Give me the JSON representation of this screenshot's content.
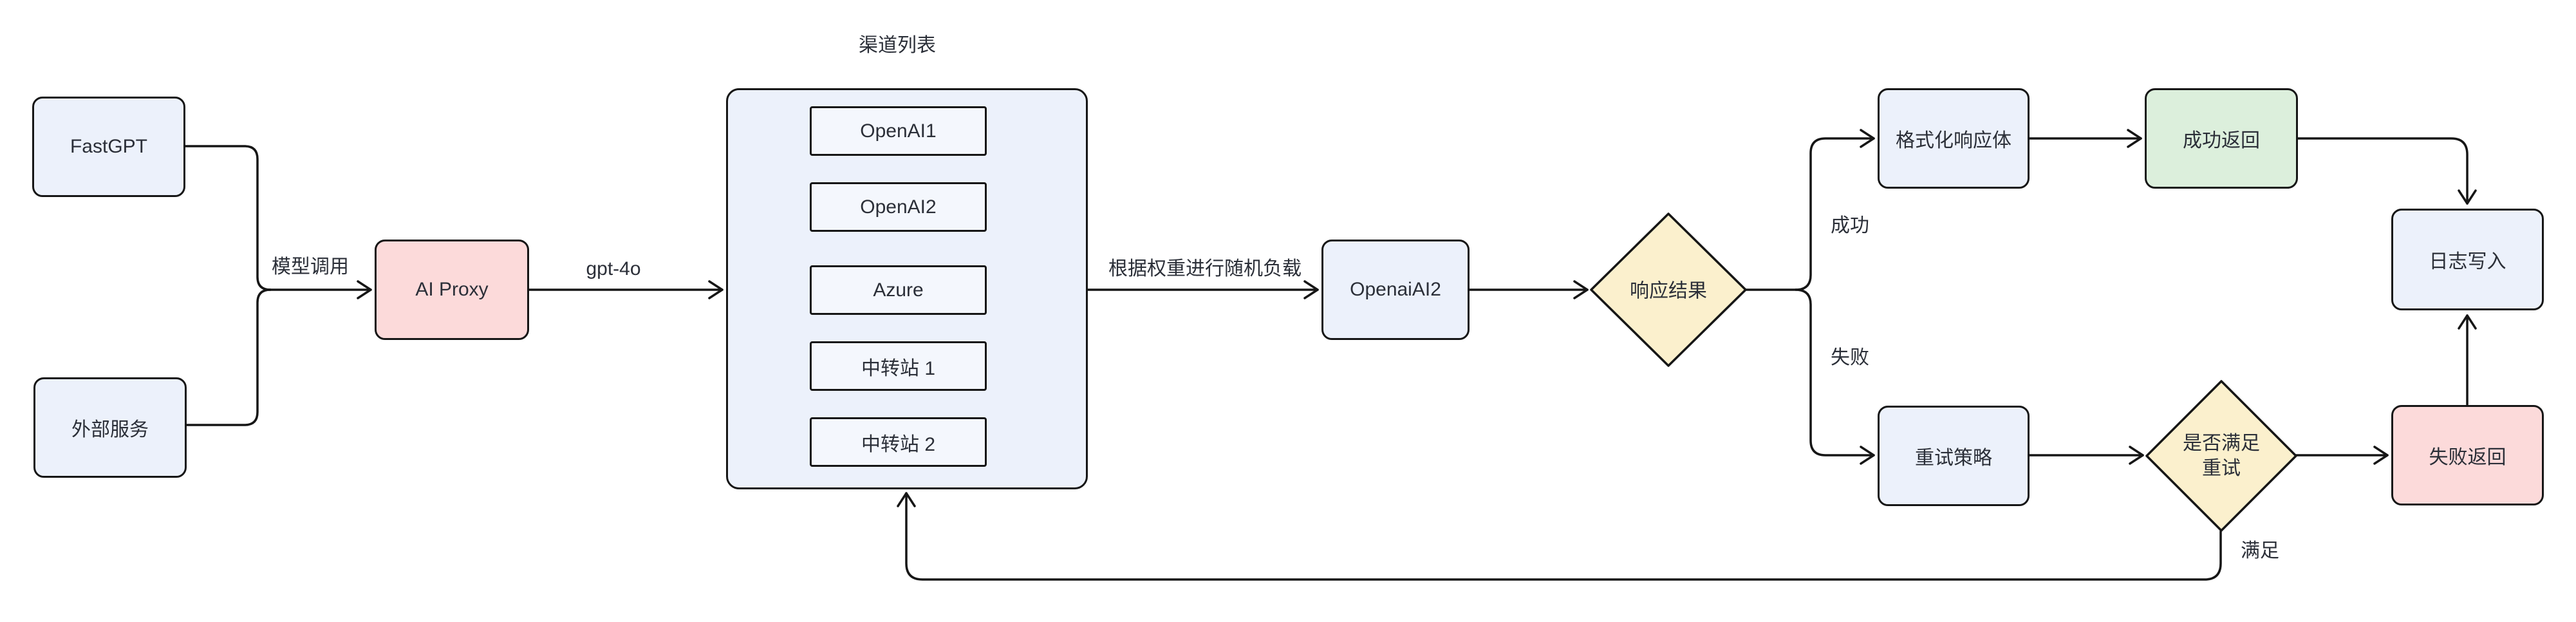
{
  "diagram": {
    "nodes": {
      "fastgpt": {
        "label": "FastGPT"
      },
      "external_service": {
        "label": "外部服务"
      },
      "ai_proxy": {
        "label": "AI Proxy"
      },
      "channel_list": {
        "title": "渠道列表",
        "channels": [
          "OpenAI1",
          "OpenAI2",
          "Azure",
          "中转站 1",
          "中转站 2"
        ]
      },
      "openai_ai2": {
        "label": "OpenaiAI2"
      },
      "response_result": {
        "label": "响应结果"
      },
      "format_response": {
        "label": "格式化响应体"
      },
      "success_return": {
        "label": "成功返回"
      },
      "log_write": {
        "label": "日志写入"
      },
      "retry_policy": {
        "label": "重试策略"
      },
      "retry_check": {
        "label_line1": "是否满足",
        "label_line2": "重试"
      },
      "fail_return": {
        "label": "失败返回"
      }
    },
    "edge_labels": {
      "model_call": "模型调用",
      "model_name": "gpt-4o",
      "weighted_load": "根据权重进行随机负载",
      "success": "成功",
      "fail": "失败",
      "satisfied": "满足"
    },
    "colors": {
      "node_blue": "#ecf1fb",
      "node_inner": "#f4f7fd",
      "node_pink": "#fcdada",
      "node_green": "#dcefdc",
      "node_yellow": "#fbf0cd",
      "stroke": "#161616",
      "text": "#2b2f38"
    }
  }
}
